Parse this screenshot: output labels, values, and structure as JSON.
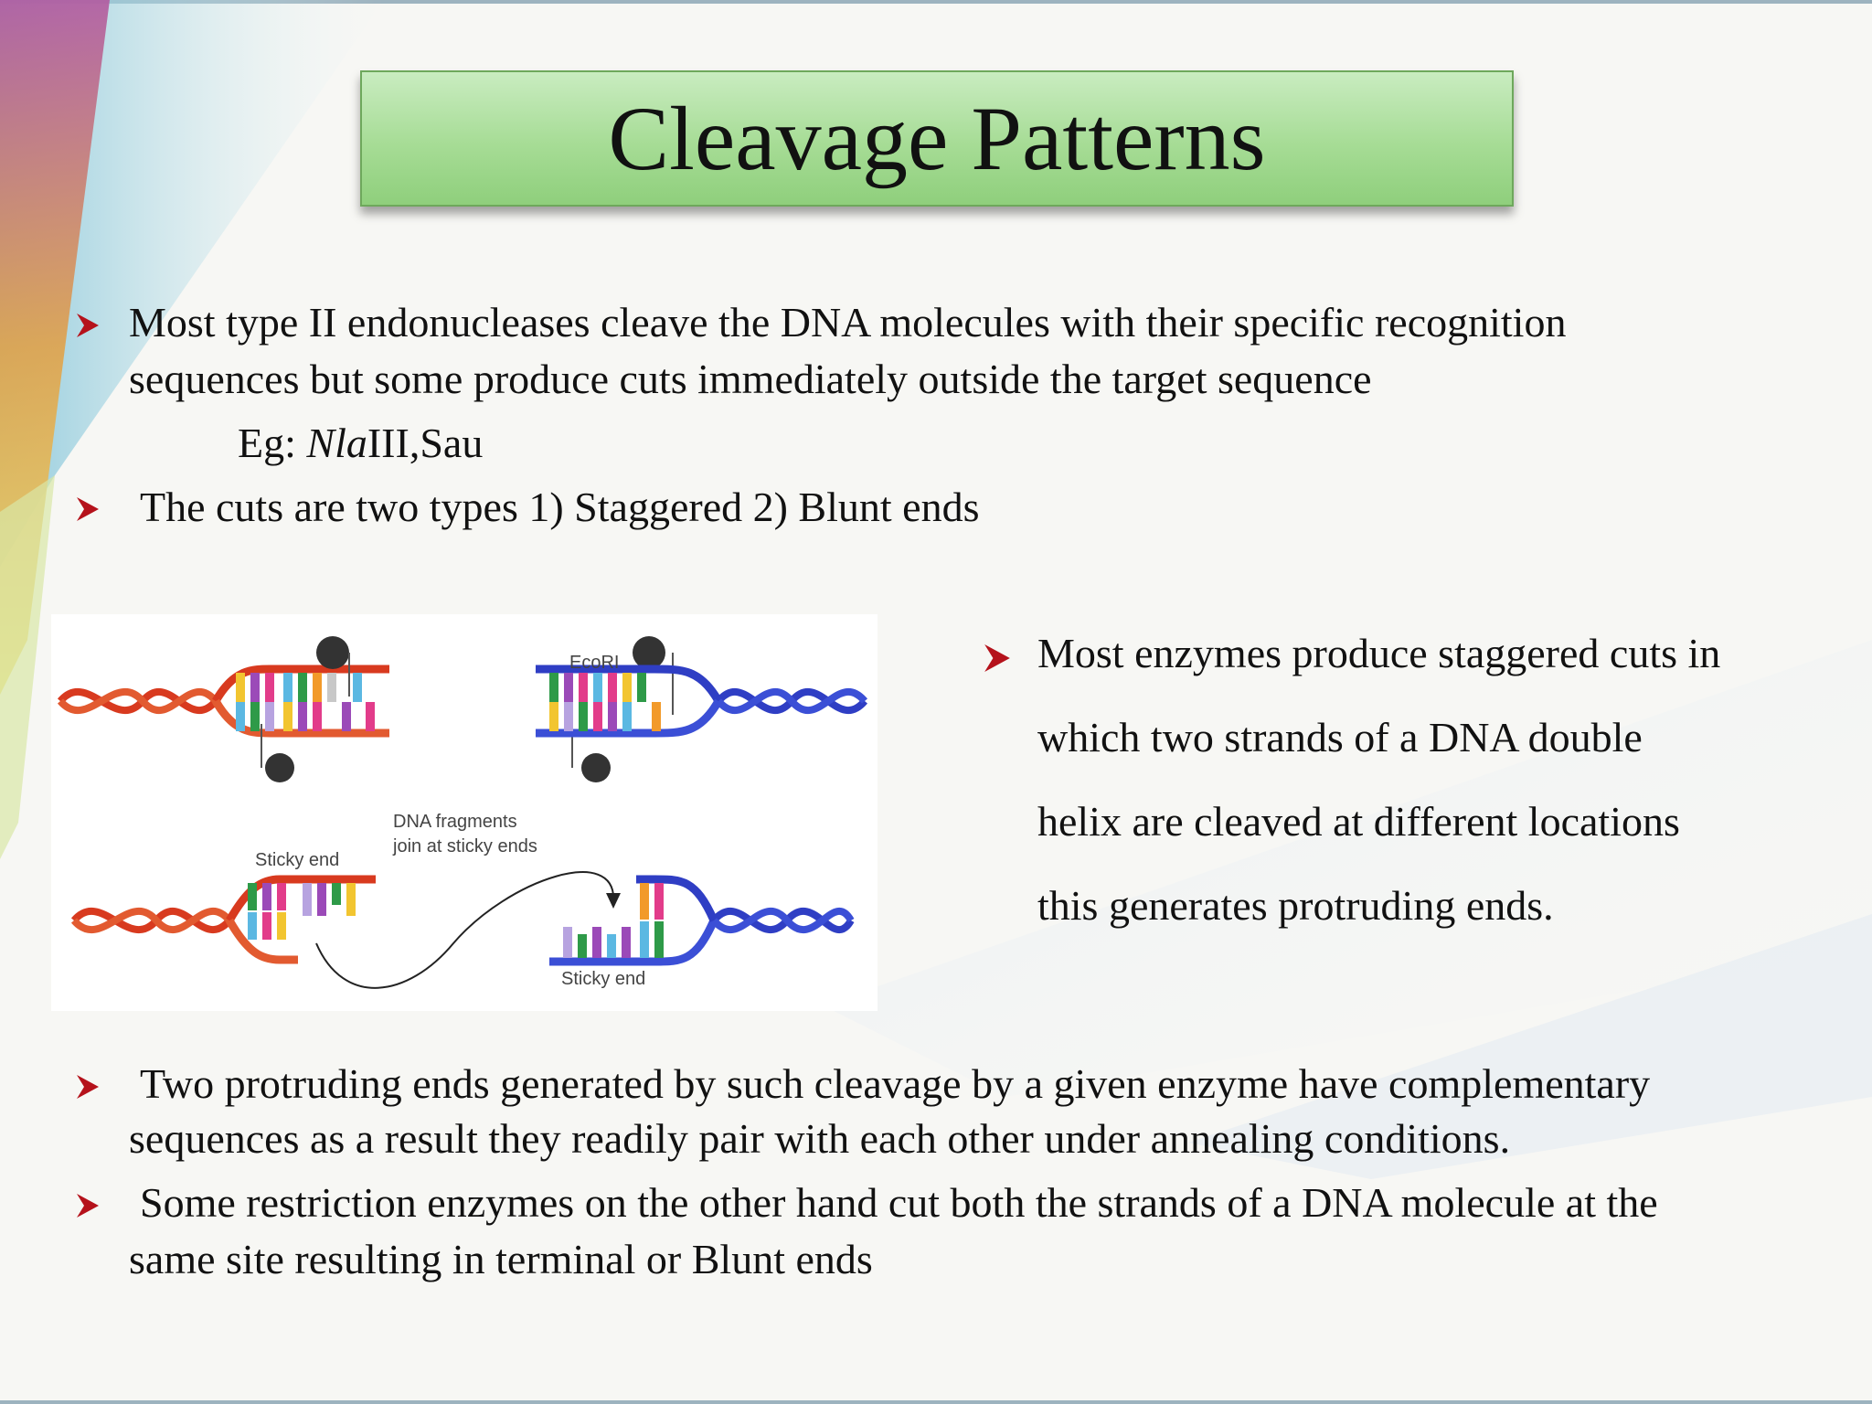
{
  "slide": {
    "title": "Cleavage Patterns",
    "bullets_top": [
      {
        "lines": [
          "Most type II endonucleases cleave the DNA molecules with their specific recognition",
          "sequences but some produce cuts immediately outside the target sequence"
        ],
        "example_prefix": "Eg: ",
        "example_italic": "Nla",
        "example_rest": "III,Sau"
      },
      {
        "text": "The cuts are two types  1) Staggered 2) Blunt ends"
      }
    ],
    "figure": {
      "enzyme_label": "EcoRI",
      "join_label_line1": "DNA fragments",
      "join_label_line2": "join at sticky ends",
      "sticky_end_left": "Sticky end",
      "sticky_end_right": "Sticky end"
    },
    "right_bullet": {
      "lines": [
        "Most enzymes produce staggered cuts in",
        "which two strands of a DNA double",
        "helix are cleaved at different locations",
        "this generates protruding ends."
      ]
    },
    "bullets_bottom": [
      {
        "lines": [
          "Two protruding ends generated by such cleavage by a given enzyme have complementary",
          "sequences as a result they readily pair with each other under annealing conditions."
        ]
      },
      {
        "lines": [
          "Some restriction enzymes on the other hand cut both the strands of a DNA molecule at the",
          "same site resulting in terminal or Blunt ends"
        ]
      }
    ],
    "colors": {
      "bullet_arrow": "#b5121b",
      "title_box": "#a6dc95",
      "strand_red": "#d83a1f",
      "strand_blue": "#2f3ec4"
    }
  }
}
